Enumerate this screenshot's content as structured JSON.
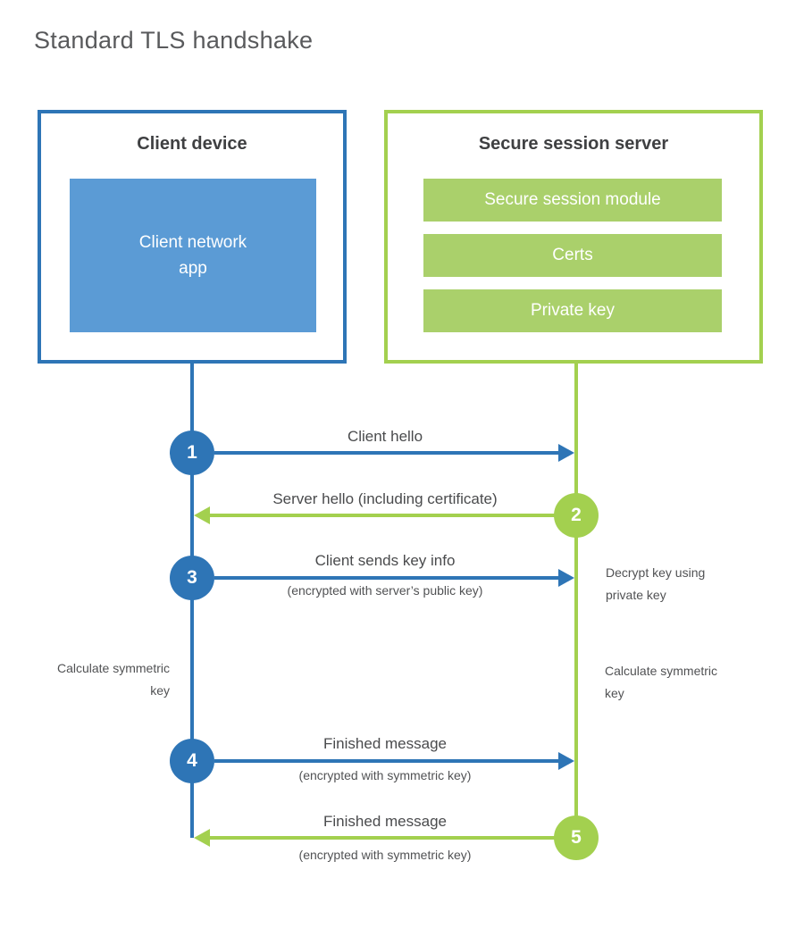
{
  "title": "Standard TLS handshake",
  "colors": {
    "blue": "#2e75b6",
    "lightblue": "#5b9bd5",
    "green": "#a3d04f",
    "greenbar": "#aad06b",
    "heading_text": "#3f4042",
    "label_text": "#4a4b4d",
    "white_text": "#ffffff"
  },
  "client": {
    "title": "Client device",
    "app": "Client network app"
  },
  "server": {
    "title": "Secure session server",
    "modules": [
      "Secure session module",
      "Certs",
      "Private key"
    ]
  },
  "steps": [
    {
      "num": "1",
      "label": "Client hello",
      "direction": "client-to-server"
    },
    {
      "num": "2",
      "label": "Server hello (including certificate)",
      "direction": "server-to-client"
    },
    {
      "num": "3",
      "label": "Client sends key info",
      "sublabel": "(encrypted with server’s public key)",
      "direction": "client-to-server"
    },
    {
      "num": "4",
      "label": "Finished message",
      "sublabel": "(encrypted with symmetric key)",
      "direction": "client-to-server"
    },
    {
      "num": "5",
      "label": "Finished message",
      "sublabel": "(encrypted with symmetric key)",
      "direction": "server-to-client"
    }
  ],
  "notes": {
    "decrypt": "Decrypt key using private key",
    "client_calc": "Calculate symmetric key",
    "server_calc": "Calculate symmetric key"
  }
}
